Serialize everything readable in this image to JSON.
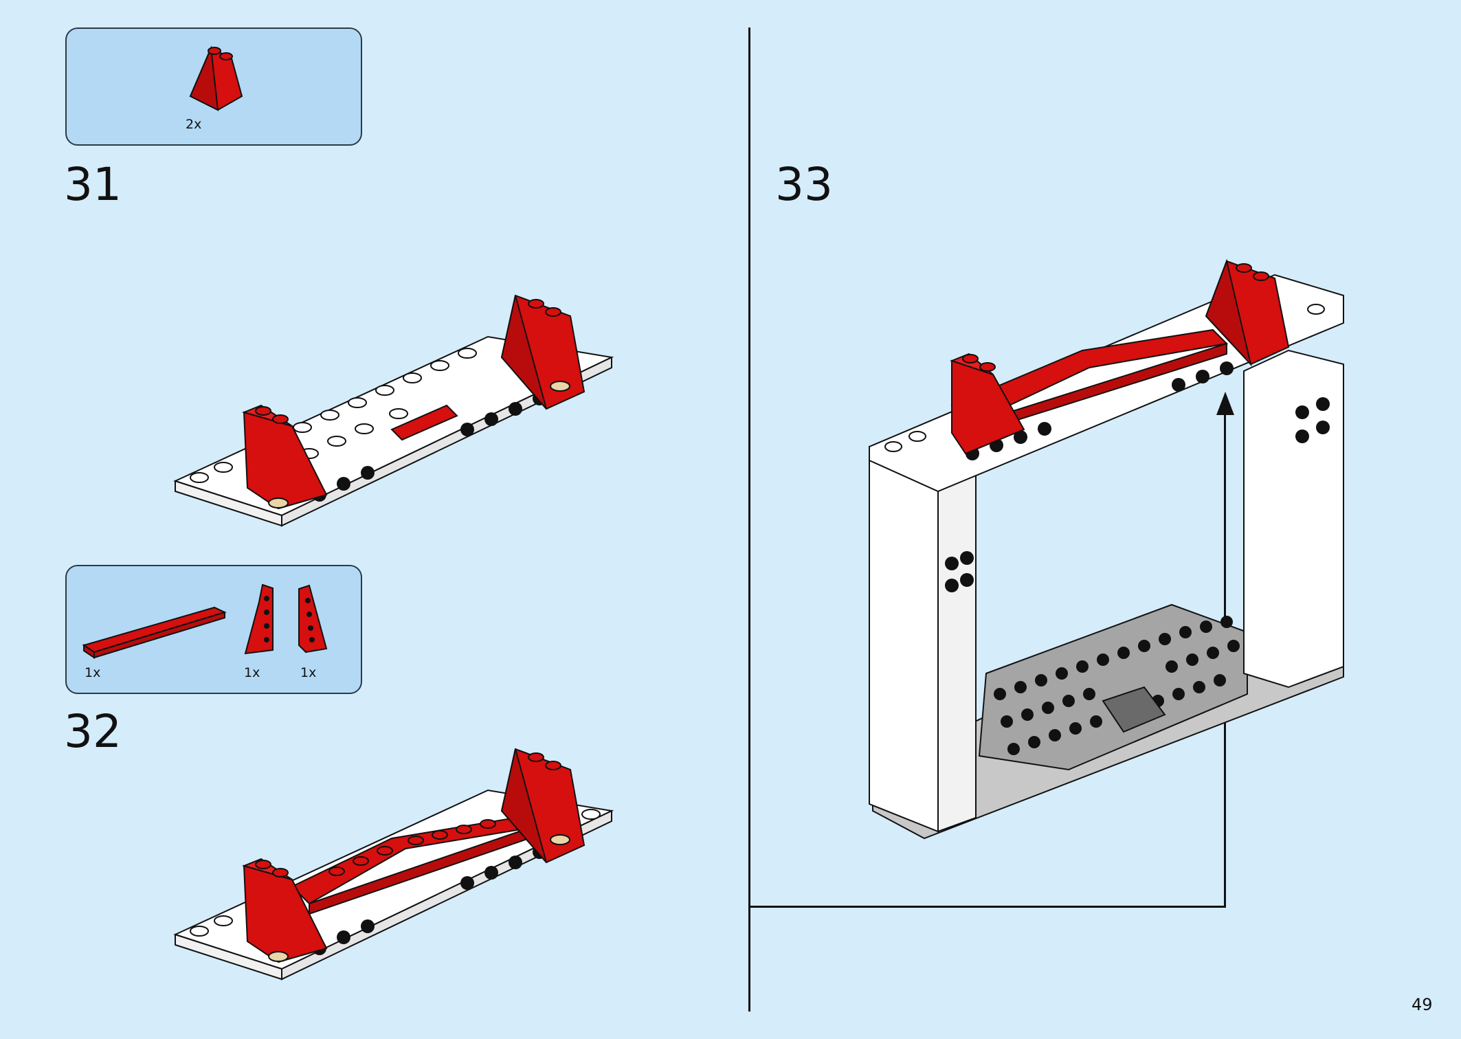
{
  "steps": [
    {
      "number": "31",
      "parts": [
        {
          "qty": "2x",
          "icon": "red-slope-brick-icon"
        }
      ]
    },
    {
      "number": "32",
      "parts": [
        {
          "qty": "1x",
          "icon": "red-long-plate-icon"
        },
        {
          "qty": "1x",
          "icon": "red-wedge-plate-left-icon"
        },
        {
          "qty": "1x",
          "icon": "red-wedge-plate-right-icon"
        }
      ]
    },
    {
      "number": "33",
      "parts": []
    }
  ],
  "page_number": "49",
  "colors": {
    "background": "#d5ecfb",
    "parts_box": "#b3d9f5",
    "brick_red": "#d60f0f",
    "brick_white": "#ffffff",
    "baseplate_gray": "#a5a5a5"
  }
}
